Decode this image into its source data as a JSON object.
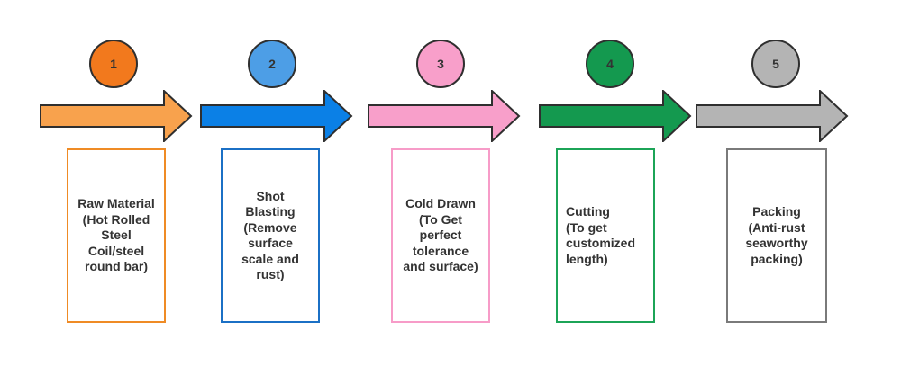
{
  "colors": {
    "background": "#FFFFFF",
    "outline": "#2F2F2F",
    "text": "#333333"
  },
  "steps": [
    {
      "number": "1",
      "label": "Raw Material\n(Hot Rolled\nSteel\nCoil/steel\nround bar)",
      "circle_color": "#F2791D",
      "arrow_color": "#F8A24D",
      "box_border_color": "#EF8B25"
    },
    {
      "number": "2",
      "label": "Shot\nBlasting\n(Remove\nsurface\nscale and\nrust)",
      "circle_color": "#4D9EE6",
      "arrow_color": "#0B80E6",
      "box_border_color": "#1B70C5"
    },
    {
      "number": "3",
      "label": "Cold Drawn\n(To Get\nperfect\ntolerance\nand surface)",
      "circle_color": "#F89FCA",
      "arrow_color": "#F89FCA",
      "box_border_color": "#F79CC8"
    },
    {
      "number": "4",
      "label": "Cutting\n(To get\ncustomized\nlength)",
      "circle_color": "#14994F",
      "arrow_color": "#14994F",
      "box_border_color": "#1CA457"
    },
    {
      "number": "5",
      "label": "Packing\n(Anti-rust\nseaworthy\npacking)",
      "circle_color": "#B4B4B4",
      "arrow_color": "#B4B4B4",
      "box_border_color": "#7A7A7A"
    }
  ]
}
